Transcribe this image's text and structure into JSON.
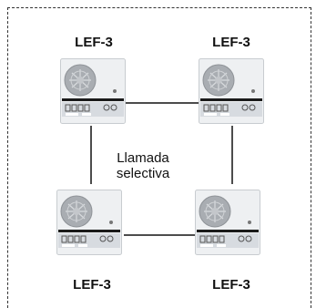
{
  "units": [
    {
      "label": "LEF-3"
    },
    {
      "label": "LEF-3"
    },
    {
      "label": "LEF-3"
    },
    {
      "label": "LEF-3"
    }
  ],
  "center_label": {
    "line1": "Llamada",
    "line2": "selectiva"
  },
  "colors": {
    "frame": "#333333",
    "line": "#111111",
    "panel": "#dde1e6",
    "grille": "#9a9ea3"
  }
}
